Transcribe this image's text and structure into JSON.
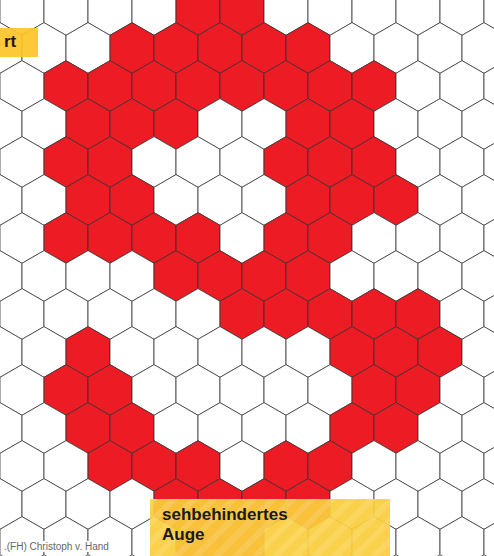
{
  "diagram": {
    "nodes": [
      {
        "text": [
          "rt"
        ]
      },
      {
        "text": [
          "sehbehindertes Auge"
        ]
      }
    ],
    "labels": [
      ".(FH) Christoph v. Hand"
    ]
  }
}
